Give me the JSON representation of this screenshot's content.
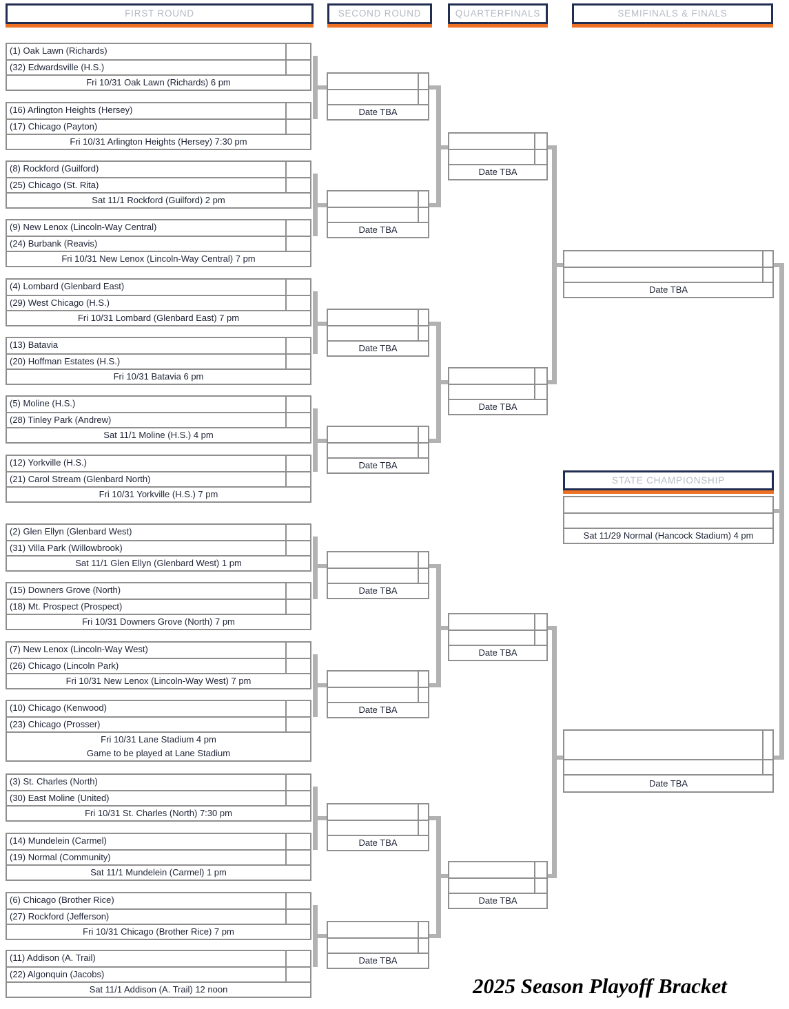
{
  "title": "2025 Season Playoff Bracket",
  "round_headers": [
    "FIRST ROUND",
    "SECOND ROUND",
    "QUARTERFINALS",
    "SEMIFINALS & FINALS"
  ],
  "state_championship_header": "STATE CHAMPIONSHIP",
  "first_round": [
    {
      "top": "(1) Oak Lawn (Richards)",
      "bottom": "(32) Edwardsville (H.S.)",
      "date_lines": [
        "Fri 10/31 Oak Lawn (Richards) 6 pm"
      ]
    },
    {
      "top": "(16) Arlington Heights (Hersey)",
      "bottom": "(17) Chicago (Payton)",
      "date_lines": [
        "Fri 10/31 Arlington Heights (Hersey) 7:30 pm"
      ]
    },
    {
      "top": "(8) Rockford (Guilford)",
      "bottom": "(25) Chicago (St. Rita)",
      "date_lines": [
        "Sat 11/1 Rockford (Guilford) 2 pm"
      ]
    },
    {
      "top": "(9) New Lenox (Lincoln-Way Central)",
      "bottom": "(24) Burbank (Reavis)",
      "date_lines": [
        "Fri 10/31 New Lenox (Lincoln-Way Central) 7 pm"
      ]
    },
    {
      "top": "(4) Lombard (Glenbard East)",
      "bottom": "(29) West Chicago (H.S.)",
      "date_lines": [
        "Fri 10/31 Lombard (Glenbard East) 7 pm"
      ]
    },
    {
      "top": "(13) Batavia",
      "bottom": "(20) Hoffman Estates (H.S.)",
      "date_lines": [
        "Fri 10/31 Batavia 6 pm"
      ]
    },
    {
      "top": "(5) Moline (H.S.)",
      "bottom": "(28) Tinley Park (Andrew)",
      "date_lines": [
        "Sat 11/1 Moline (H.S.) 4 pm"
      ]
    },
    {
      "top": "(12) Yorkville (H.S.)",
      "bottom": "(21) Carol Stream (Glenbard North)",
      "date_lines": [
        "Fri 10/31 Yorkville (H.S.) 7 pm"
      ]
    },
    {
      "top": "(2) Glen Ellyn (Glenbard West)",
      "bottom": "(31) Villa Park (Willowbrook)",
      "date_lines": [
        "Sat 11/1 Glen Ellyn (Glenbard West) 1 pm"
      ]
    },
    {
      "top": "(15) Downers Grove (North)",
      "bottom": "(18) Mt. Prospect (Prospect)",
      "date_lines": [
        "Fri 10/31 Downers Grove (North) 7 pm"
      ]
    },
    {
      "top": "(7) New Lenox (Lincoln-Way West)",
      "bottom": "(26) Chicago (Lincoln Park)",
      "date_lines": [
        "Fri 10/31 New Lenox (Lincoln-Way West) 7 pm"
      ]
    },
    {
      "top": "(10) Chicago (Kenwood)",
      "bottom": "(23) Chicago (Prosser)",
      "date_lines": [
        "Fri 10/31 Lane Stadium 4 pm",
        "Game to be played at Lane Stadium"
      ]
    },
    {
      "top": "(3) St. Charles (North)",
      "bottom": "(30) East Moline (United)",
      "date_lines": [
        "Fri 10/31 St. Charles (North) 7:30 pm"
      ]
    },
    {
      "top": "(14) Mundelein (Carmel)",
      "bottom": "(19) Normal (Community)",
      "date_lines": [
        "Sat 11/1 Mundelein (Carmel) 1 pm"
      ]
    },
    {
      "top": "(6) Chicago (Brother Rice)",
      "bottom": "(27) Rockford (Jefferson)",
      "date_lines": [
        "Fri 10/31 Chicago (Brother Rice) 7 pm"
      ]
    },
    {
      "top": "(11) Addison (A. Trail)",
      "bottom": "(22) Algonquin (Jacobs)",
      "date_lines": [
        "Sat 11/1 Addison (A. Trail) 12 noon"
      ]
    }
  ],
  "second_round_dates": [
    "Date TBA",
    "Date TBA",
    "Date TBA",
    "Date TBA",
    "Date TBA",
    "Date TBA",
    "Date TBA",
    "Date TBA"
  ],
  "quarterfinal_dates": [
    "Date TBA",
    "Date TBA",
    "Date TBA",
    "Date TBA"
  ],
  "semifinal_dates": [
    "Date TBA",
    "Date TBA"
  ],
  "championship_date": "Sat 11/29 Normal (Hancock Stadium) 4 pm",
  "colors": {
    "navy": "#222d52",
    "orange": "#ed7225",
    "box_border": "#8f8f8f",
    "connector": "#b2b2b2",
    "header_text": "#b5bac4",
    "text": "#1e2335"
  }
}
